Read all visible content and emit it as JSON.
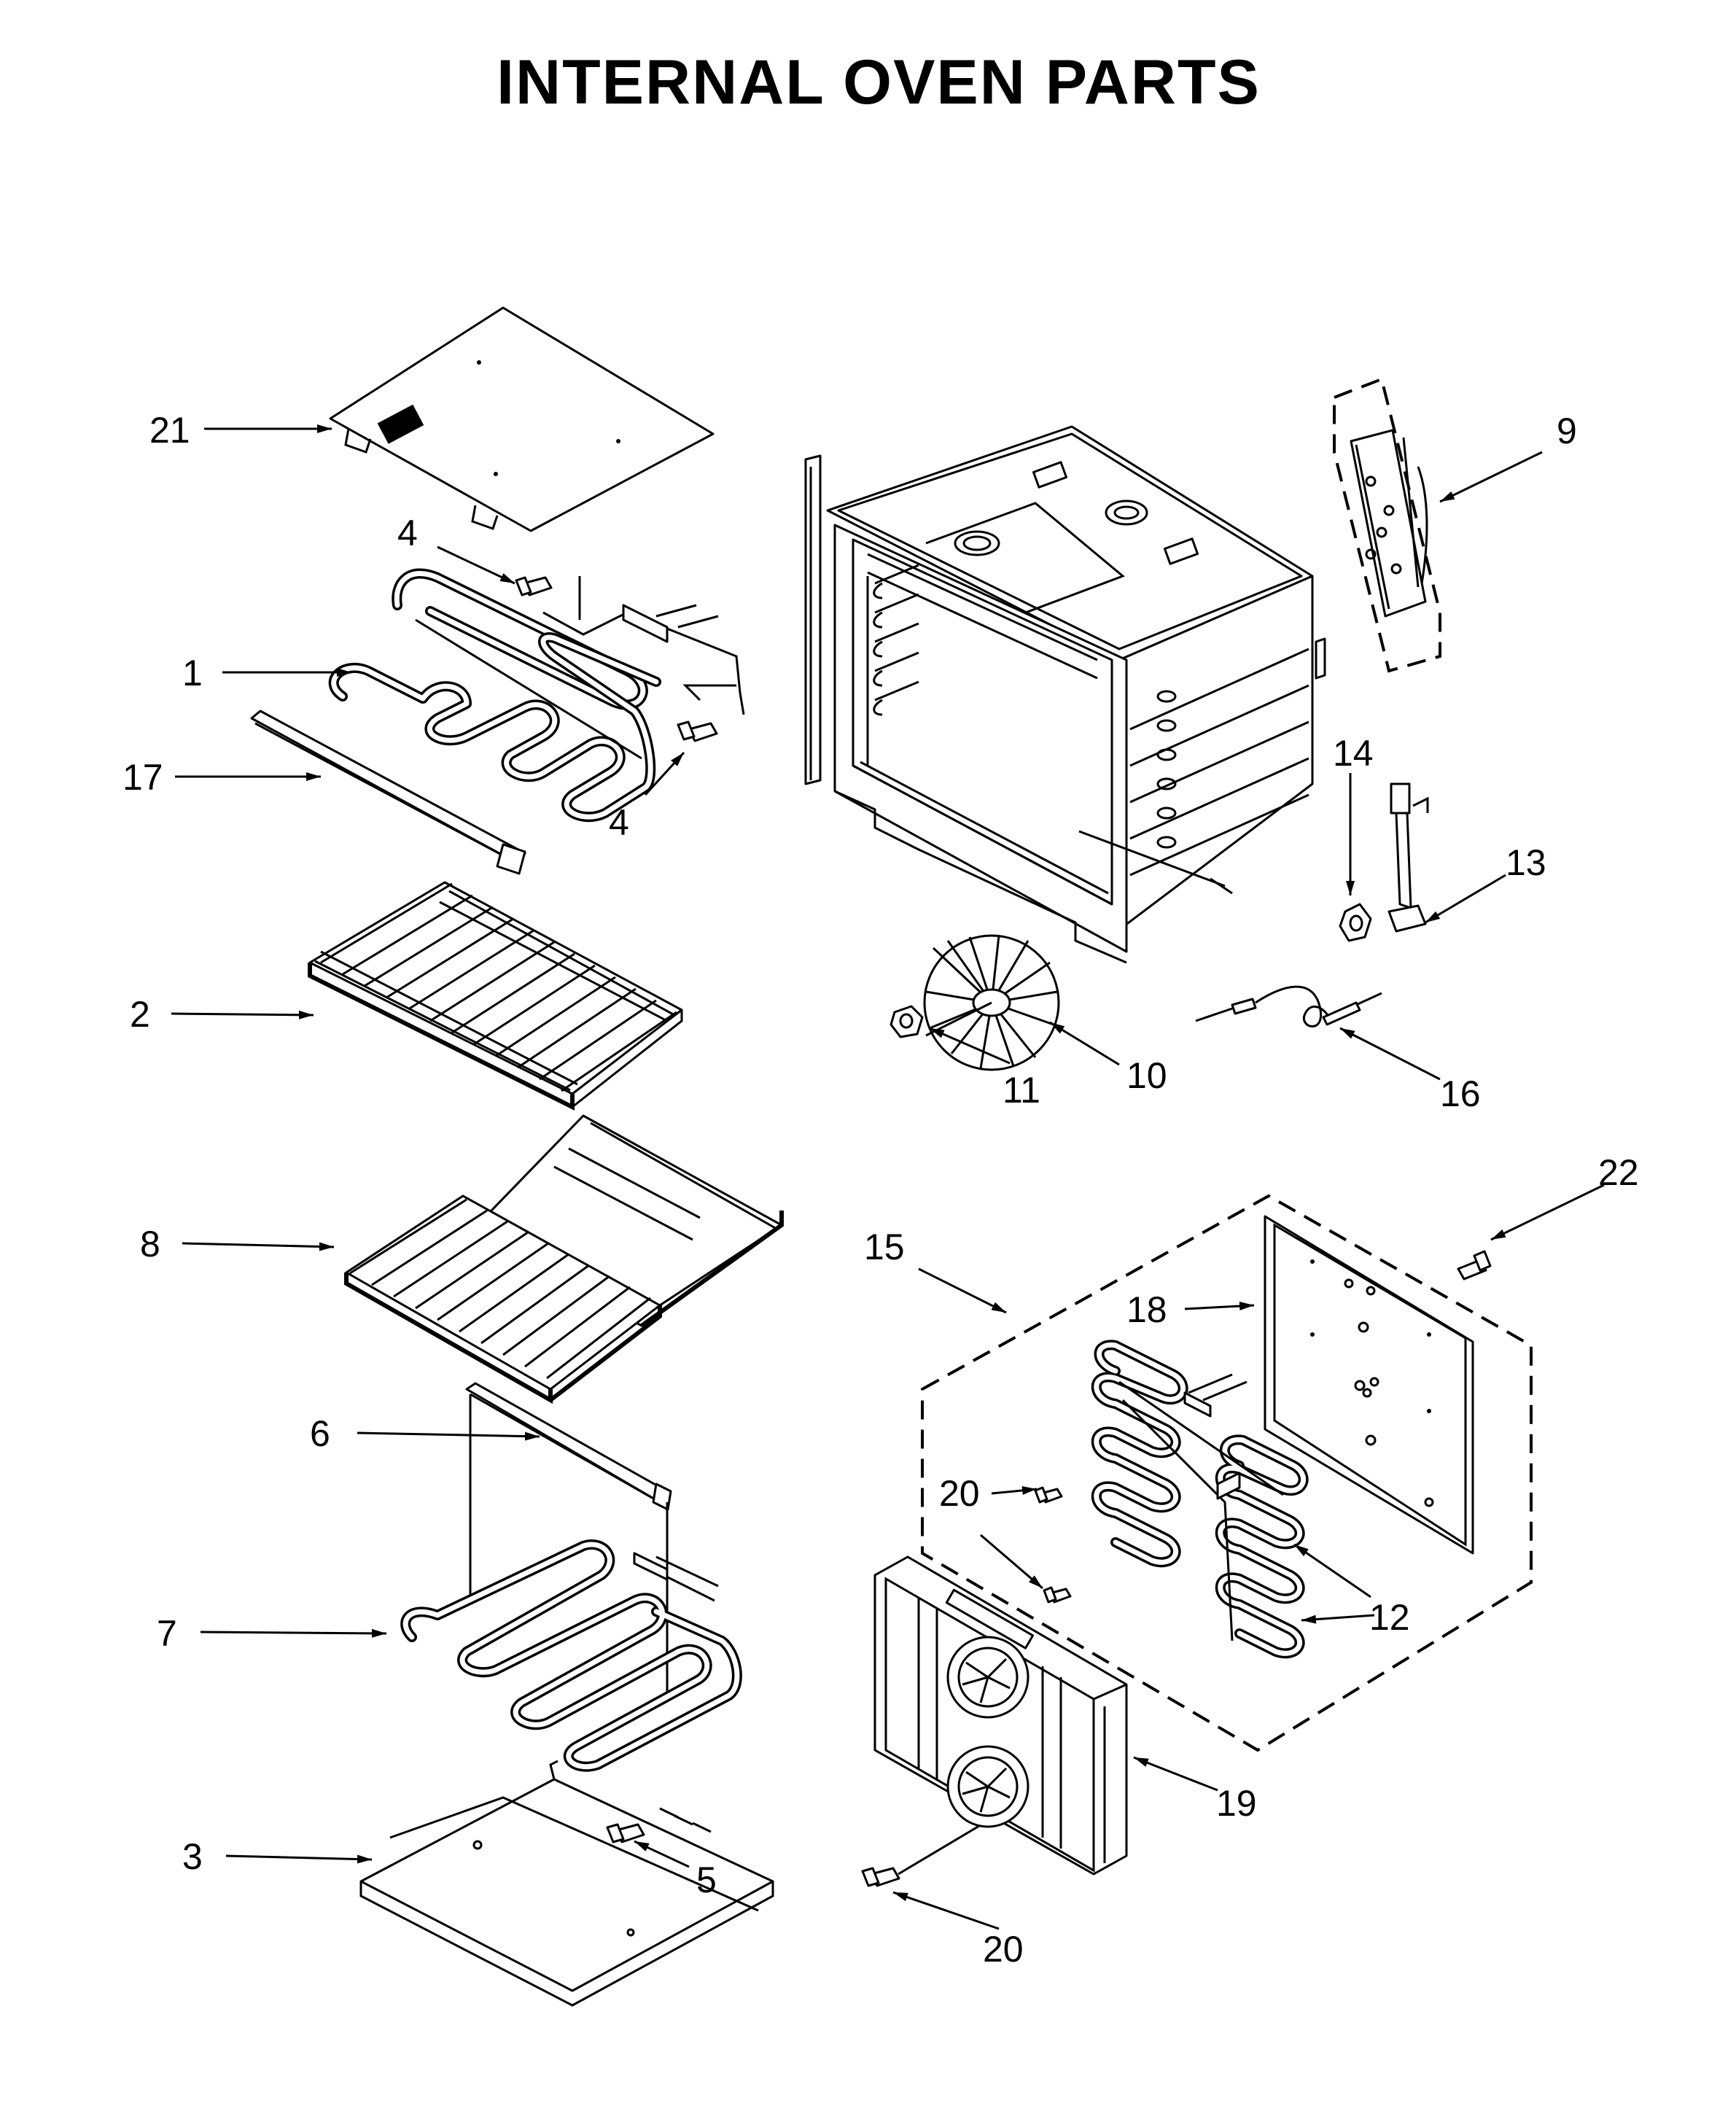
{
  "title": "INTERNAL OVEN PARTS",
  "callouts": {
    "c1": "1",
    "c2": "2",
    "c3": "3",
    "c4a": "4",
    "c4b": "4",
    "c5": "5",
    "c6": "6",
    "c7": "7",
    "c8": "8",
    "c9": "9",
    "c10": "10",
    "c11": "11",
    "c12a": "12",
    "c12b": "12",
    "c13": "13",
    "c14": "14",
    "c15": "15",
    "c16": "16",
    "c17": "17",
    "c18": "18",
    "c19": "19",
    "c20a": "20",
    "c20b": "20",
    "c20c": "20",
    "c21": "21",
    "c22": "22"
  }
}
